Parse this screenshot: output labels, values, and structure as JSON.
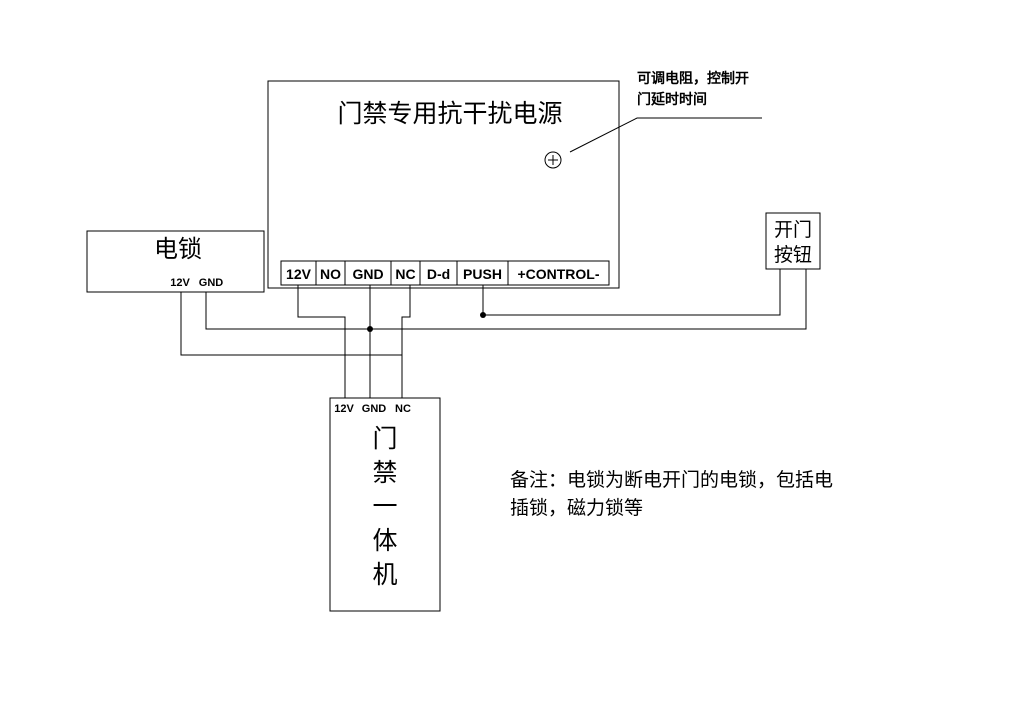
{
  "power_supply": {
    "title": "门禁专用抗干扰电源",
    "terminals": [
      "12V",
      "NO",
      "GND",
      "NC",
      "D-d",
      "PUSH",
      "+CONTROL-"
    ]
  },
  "potentiometer": {
    "note_line1": "可调电阻，控制开",
    "note_line2": "门延时时间"
  },
  "electric_lock": {
    "title": "电锁",
    "terminals": [
      "12V",
      "GND"
    ]
  },
  "exit_button": {
    "line1": "开门",
    "line2": "按钮"
  },
  "access_controller": {
    "terminals": [
      "12V",
      "GND",
      "NC"
    ],
    "title_chars": [
      "门",
      "禁",
      "一",
      "体",
      "机"
    ]
  },
  "remark": {
    "line1": "备注：电锁为断电开门的电锁，包括电",
    "line2": "插锁，磁力锁等"
  }
}
